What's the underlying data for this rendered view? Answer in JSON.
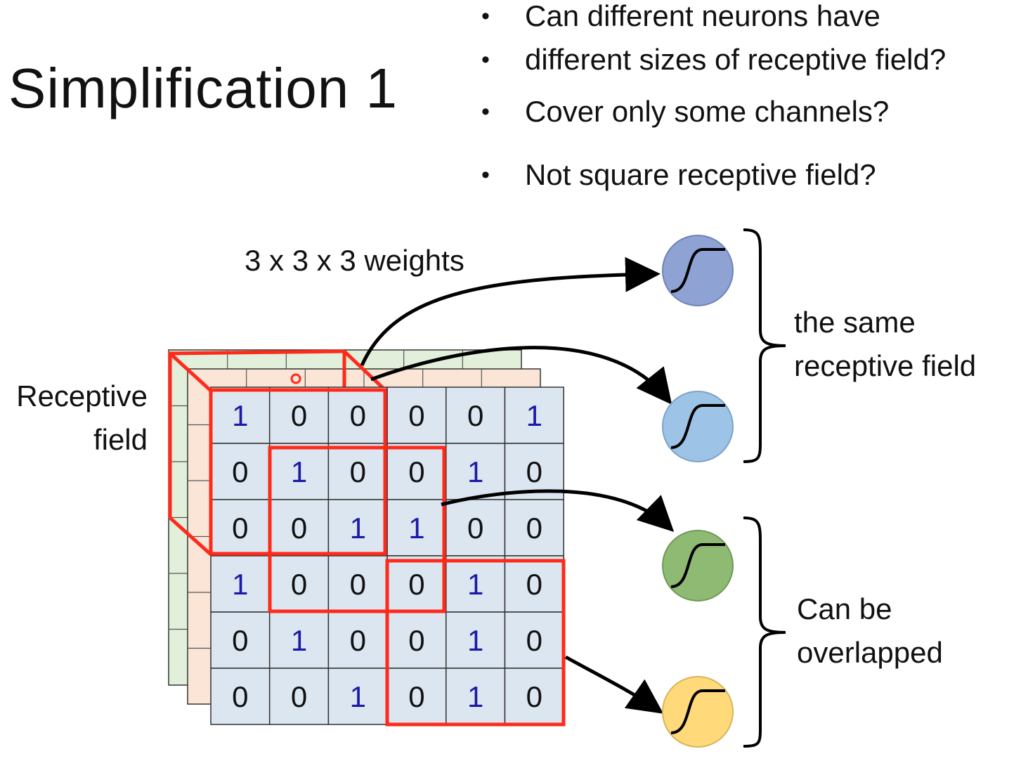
{
  "title": "Simplification 1",
  "bullets": [
    "Can different neurons have",
    "different sizes of receptive field?",
    "Cover only some channels?",
    "Not square receptive field?"
  ],
  "labels": {
    "receptive_field_line1": "Receptive",
    "receptive_field_line2": "field",
    "weights": "3 x 3 x 3 weights",
    "same_line1": "the same",
    "same_line2": "receptive field",
    "overlap_line1": "Can be",
    "overlap_line2": "overlapped"
  },
  "grid": [
    [
      "1",
      "0",
      "0",
      "0",
      "0",
      "1"
    ],
    [
      "0",
      "1",
      "0",
      "0",
      "1",
      "0"
    ],
    [
      "0",
      "0",
      "1",
      "1",
      "0",
      "0"
    ],
    [
      "1",
      "0",
      "0",
      "0",
      "1",
      "0"
    ],
    [
      "0",
      "1",
      "0",
      "0",
      "1",
      "0"
    ],
    [
      "0",
      "0",
      "1",
      "0",
      "1",
      "0"
    ]
  ],
  "colors": {
    "front_layer": "#dce6f1",
    "middle_layer": "#fbe5d6",
    "back_layer": "#e2efda",
    "highlight": "#ff2a1a",
    "one_digit": "#1a1aa6",
    "zero_digit": "#111111",
    "neuron_1": "#8fa2d4",
    "neuron_2": "#9dc3e6",
    "neuron_3": "#8fba74",
    "neuron_4": "#ffd97a"
  }
}
